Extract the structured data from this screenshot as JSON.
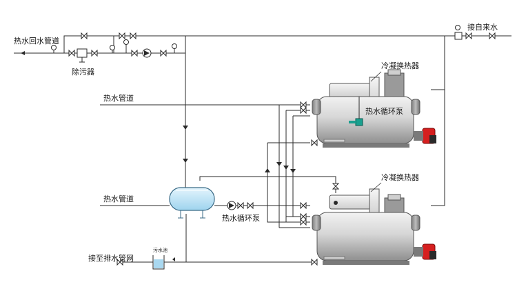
{
  "labels": {
    "return_main": "热水回水管道",
    "desilter": "除污器",
    "tap_water": "接自来水",
    "hot_water_top": "热水管道",
    "hot_water_mid": "热水管道",
    "condenser_top": "冷凝换热器",
    "condenser_bottom": "冷凝换热器",
    "circ_pump_top": "热水循环泵",
    "circ_pump_bottom": "热水循环泵",
    "drain_network": "接至排水管网",
    "sewage_pool": "污水池"
  },
  "colors": {
    "boiler_light": "#eeeeee",
    "boiler_dark": "#8e8e8e",
    "burner": "#d61f1f",
    "pump_teal": "#1aa08f",
    "tank_blue": "#bfe6f7",
    "tank_stroke": "#3a6a86",
    "pool_blue": "#a9d8f0"
  }
}
